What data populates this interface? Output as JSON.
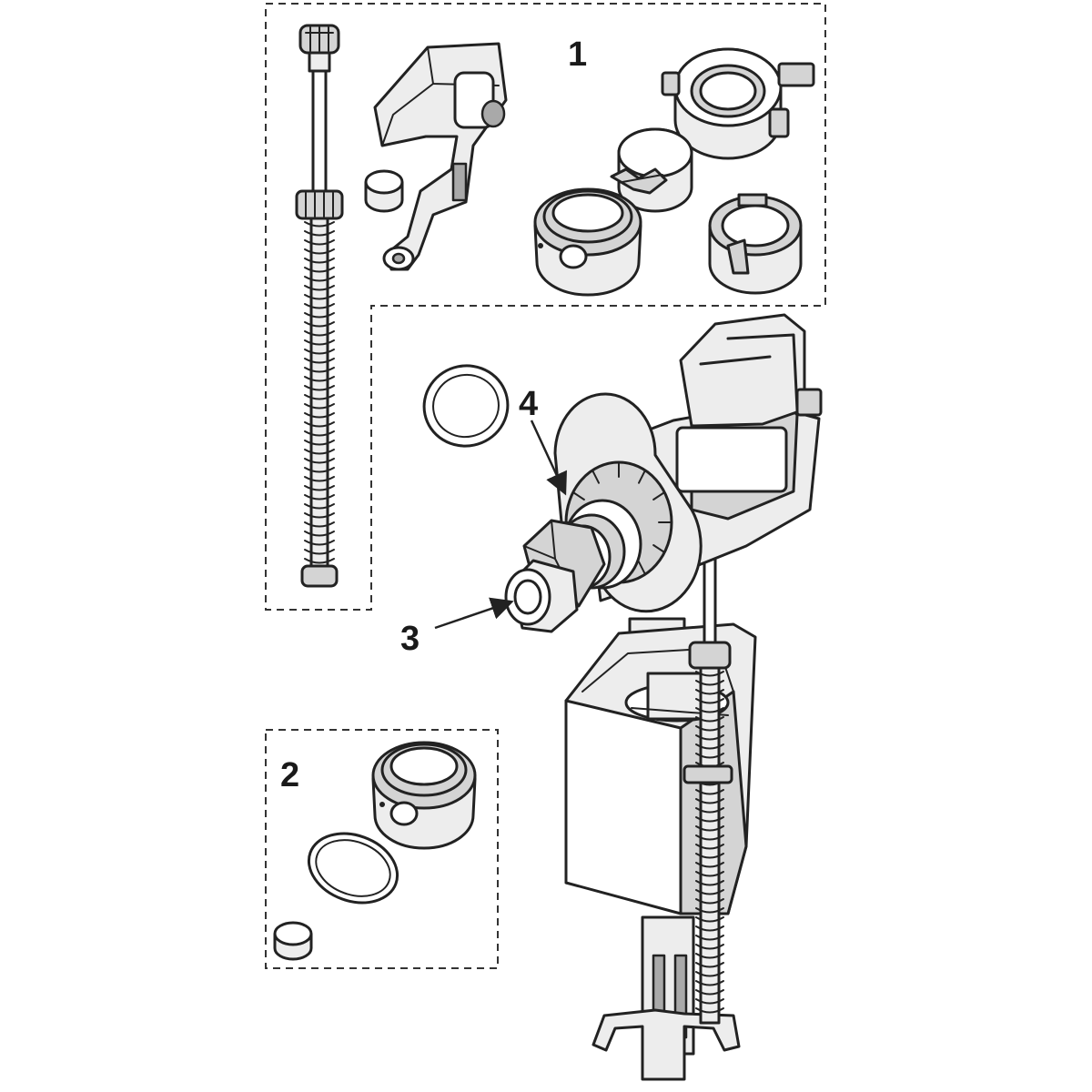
{
  "diagram": {
    "labels": {
      "kit_1": "1",
      "kit_2": "2",
      "inlet_callout": "3",
      "seal_callout": "4"
    },
    "colors": {
      "line": "#222222",
      "fill_light": "#ededed",
      "fill_mid": "#d4d4d4",
      "fill_dark": "#a9a9a9",
      "background": "#ffffff"
    }
  }
}
